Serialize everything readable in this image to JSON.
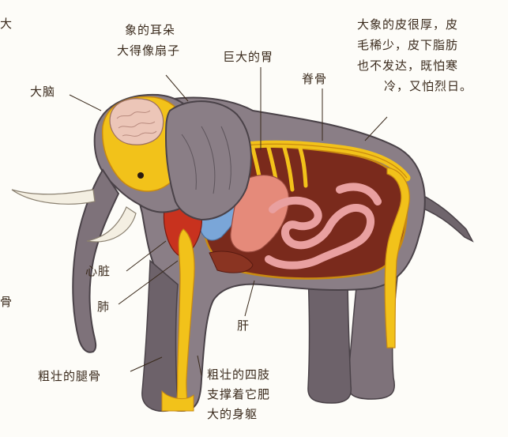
{
  "labels": {
    "cut_top_left": "大",
    "cut_mid_left": "骨",
    "ear": [
      "象的耳朵",
      "大得像扇子"
    ],
    "stomach": "巨大的胃",
    "spine": "脊骨",
    "skin_note": [
      "大象的皮很厚，皮",
      "毛稀少，皮下脂肪",
      "也不发达，既怕寒",
      "冷，又怕烈日。"
    ],
    "brain": "大脑",
    "heart": "心脏",
    "lung": "肺",
    "leg_bone": "粗壮的腿骨",
    "liver": "肝",
    "limbs": [
      "粗壮的四肢",
      "支撑着它肥",
      "大的身躯"
    ]
  },
  "colors": {
    "skin": "#8a7e86",
    "skin_dark": "#5e555c",
    "bone": "#f2c21a",
    "bone_edge": "#c98a10",
    "body_cavity": "#7a2a1c",
    "intestine": "#e9a0a0",
    "stomach_organ": "#e58a7a",
    "lung_blue": "#7aa6d8",
    "heart_red": "#c8321e",
    "brain_pink": "#ecc6b8"
  }
}
